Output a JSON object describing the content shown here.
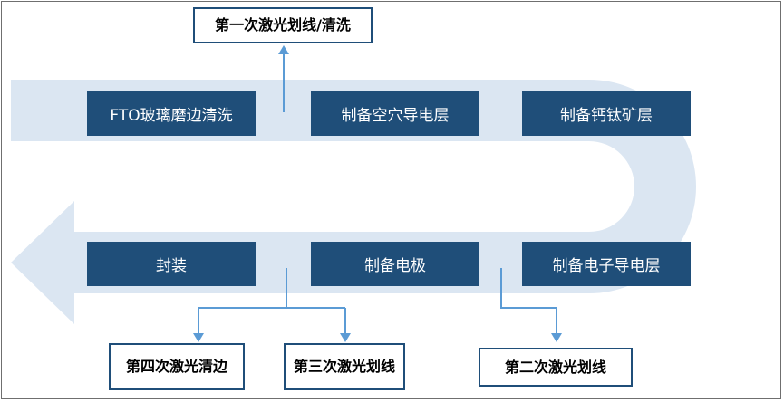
{
  "process_steps": {
    "fto_cleaning": "FTO玻璃磨边清洗",
    "hole_transport": "制备空穴导电层",
    "perovskite": "制备钙钛矿层",
    "electron_transport": "制备电子导电层",
    "electrode": "制备电极",
    "packaging": "封装"
  },
  "laser_steps": {
    "first": "第一次激光划线/清洗",
    "second": "第二次激光划线",
    "third": "第三次激光划线",
    "fourth": "第四次激光清边"
  },
  "colors": {
    "band": "#dbe6f2",
    "box_fill": "#1f4e79",
    "connector": "#5b9bd5"
  }
}
